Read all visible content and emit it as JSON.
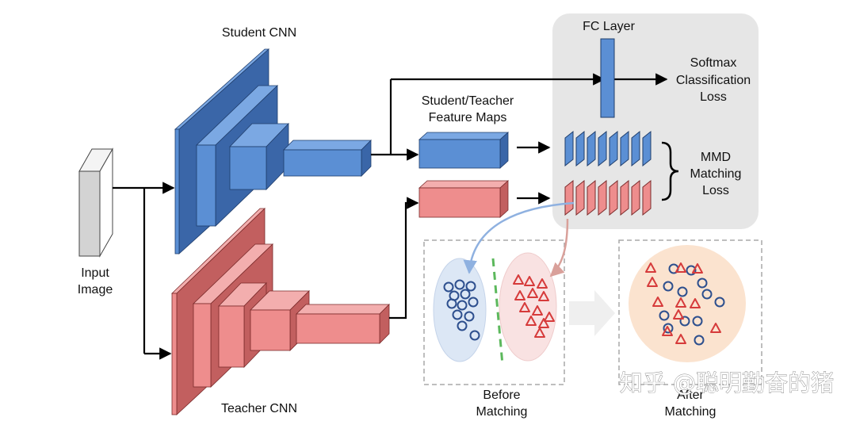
{
  "labels": {
    "student_cnn": "Student CNN",
    "teacher_cnn": "Teacher CNN",
    "input_line1": "Input",
    "input_line2": "Image",
    "feature_maps_line1": "Student/Teacher",
    "feature_maps_line2": "Feature Maps",
    "fc_layer": "FC Layer",
    "softmax_line1": "Softmax",
    "softmax_line2": "Classification",
    "softmax_line3": "Loss",
    "mmd_line1": "MMD",
    "mmd_line2": "Matching",
    "mmd_line3": "Loss",
    "before_line1": "Before",
    "before_line2": "Matching",
    "after_line1": "After",
    "after_line2": "Matching",
    "watermark": "知乎 @聪明勤奋的猪"
  },
  "colors": {
    "student_face": "#5b8fd4",
    "student_top": "#7ba8e3",
    "student_side": "#3a66a8",
    "teacher_face": "#ee8d8d",
    "teacher_top": "#f3aeae",
    "teacher_side": "#c25f5f",
    "panel_bg": "#e6e6e6",
    "blue_ellipse": "#dce7f5",
    "red_ellipse": "#f9e2e2",
    "after_ellipse": "#fbe3cf",
    "circle_marker": "#2d4f8e",
    "triangle_marker": "#d63b3b",
    "divider": "#5cb85c"
  }
}
